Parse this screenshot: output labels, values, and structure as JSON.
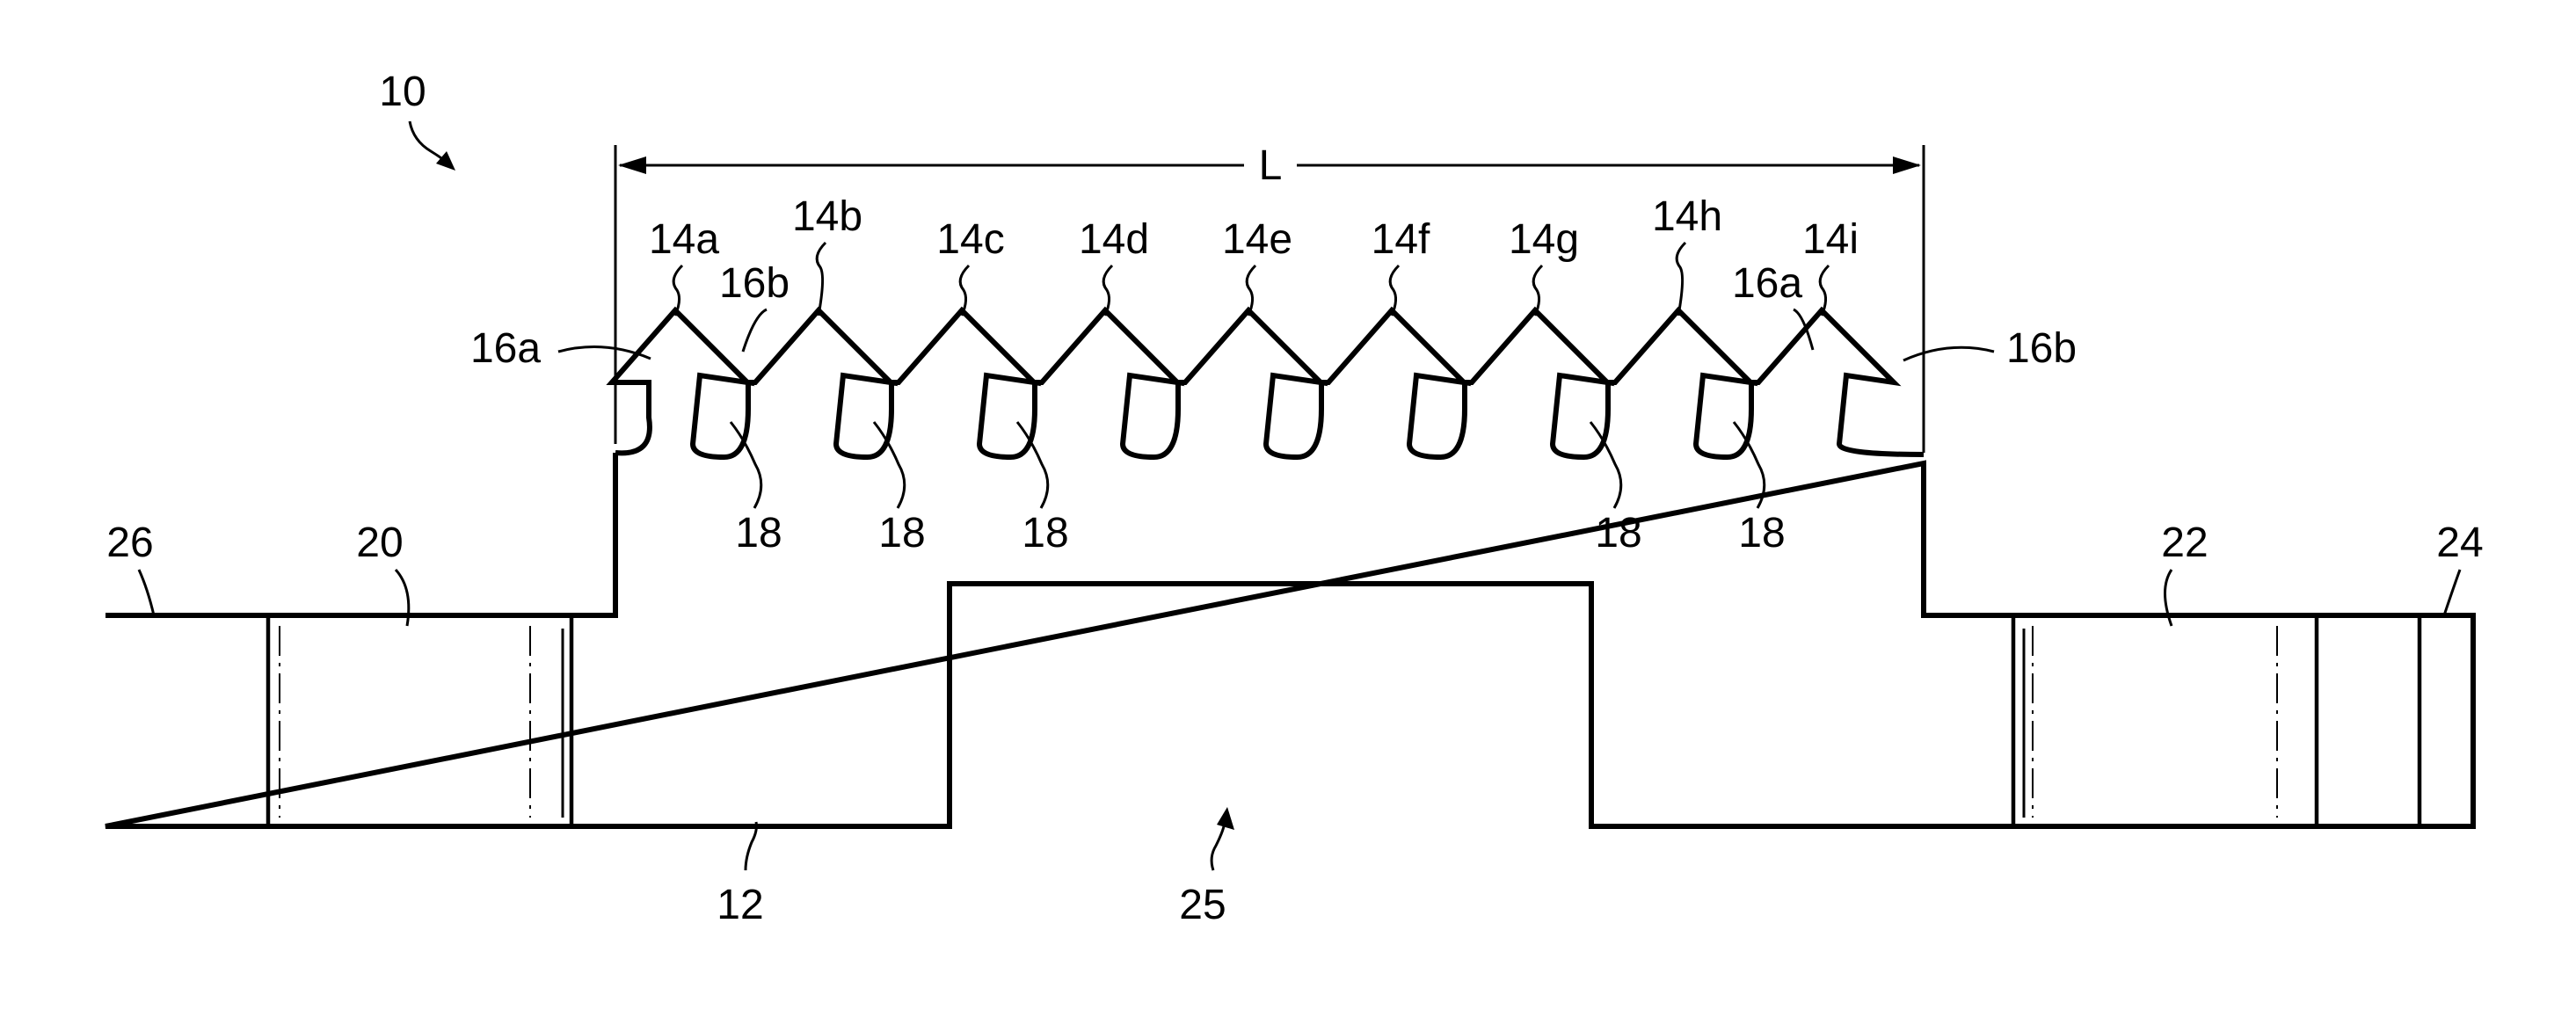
{
  "figure": {
    "labels": {
      "device": "10",
      "length": "L",
      "base": "12",
      "opening": "25",
      "left_pad": "20",
      "left_end": "26",
      "right_pad": "22",
      "right_end": "24",
      "teeth": [
        "14a",
        "14b",
        "14c",
        "14d",
        "14e",
        "14f",
        "14g",
        "14h",
        "14i"
      ],
      "edge_a": "16a",
      "edge_b": "16b",
      "notch": "18"
    }
  }
}
